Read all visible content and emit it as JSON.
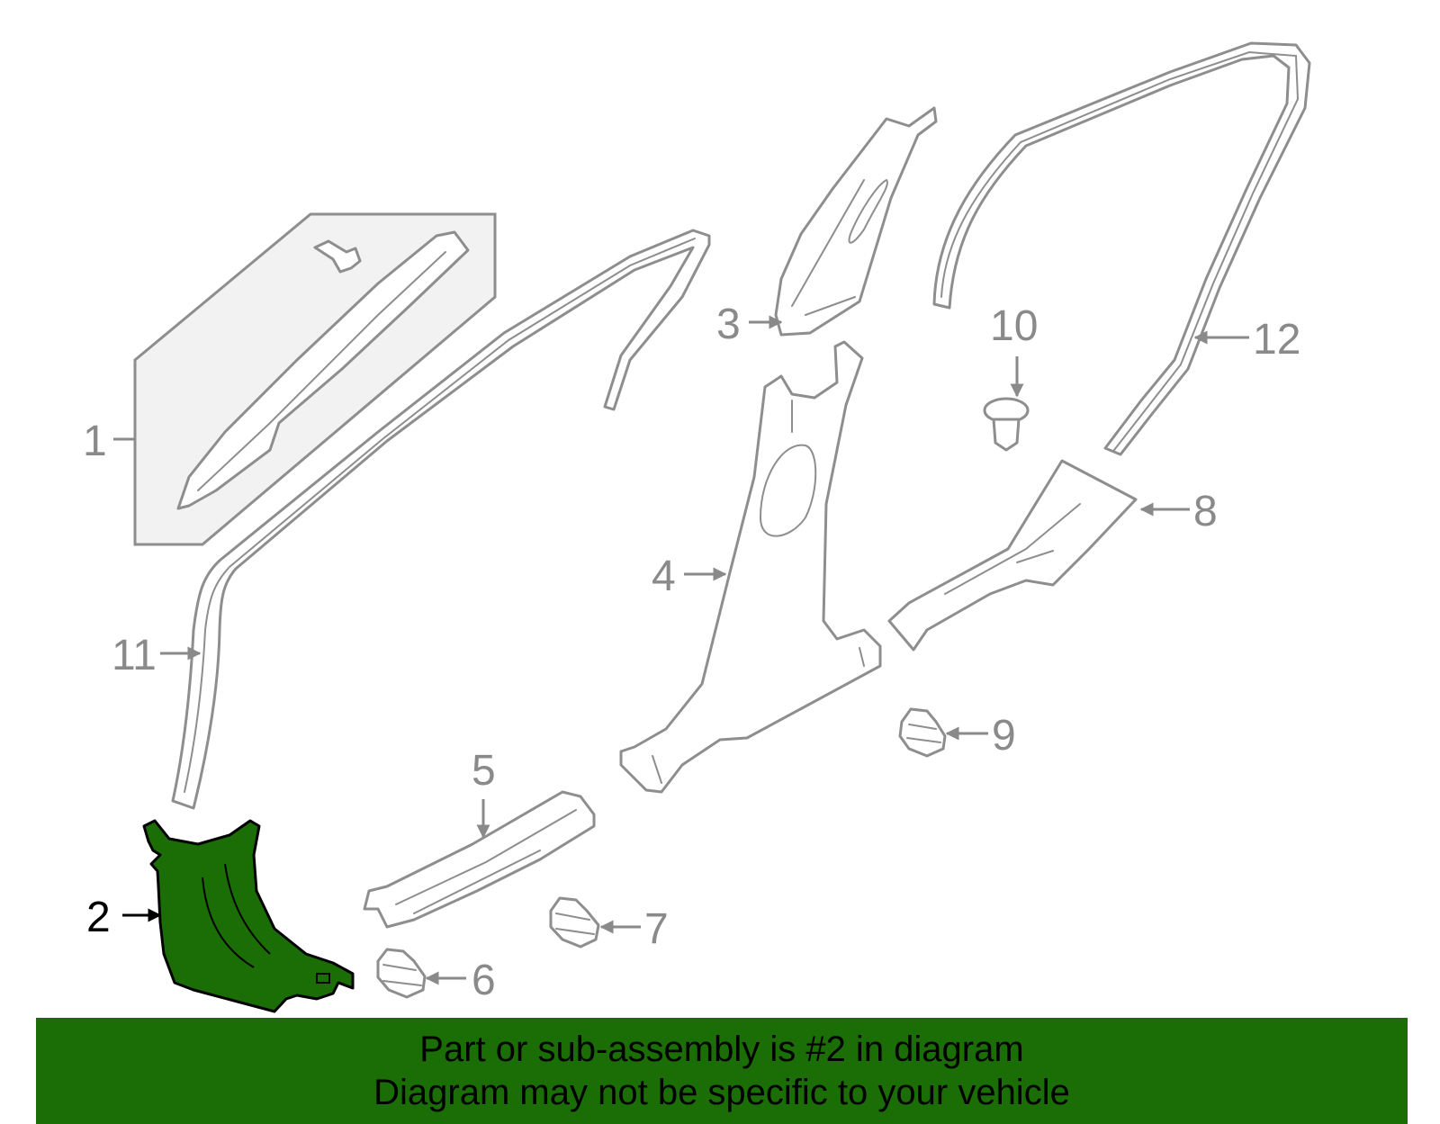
{
  "diagram": {
    "callouts": {
      "c1": "1",
      "c2": "2",
      "c3": "3",
      "c4": "4",
      "c5": "5",
      "c6": "6",
      "c7": "7",
      "c8": "8",
      "c9": "9",
      "c10": "10",
      "c11": "11",
      "c12": "12"
    },
    "highlight_part": "2",
    "colors": {
      "highlight_fill": "#1b6d05",
      "line_gray": "#8e8e8e",
      "panel_fill": "#f2f2f2",
      "banner_bg": "#1b6d05"
    }
  },
  "banner": {
    "line1": "Part or sub-assembly is #2 in diagram",
    "line2": "Diagram may not be specific to your vehicle"
  }
}
